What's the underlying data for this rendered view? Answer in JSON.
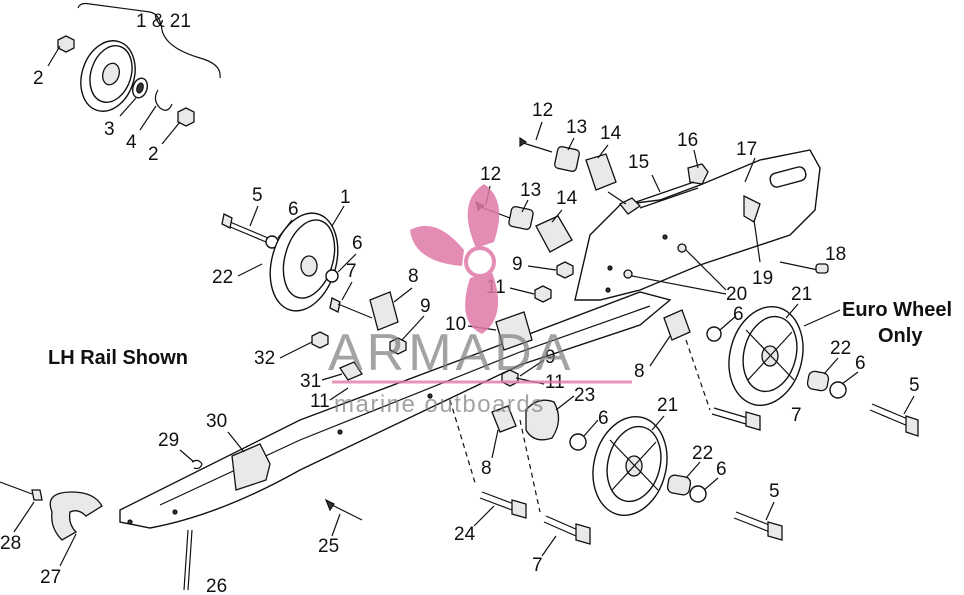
{
  "labels": {
    "rail_caption": "LH Rail Shown",
    "euro_line1": "Euro Wheel",
    "euro_line2": "Only"
  },
  "watermark": {
    "brand": "ARMADA",
    "tagline": "marine outboards",
    "color": "#e07aa8"
  },
  "callouts": {
    "c1_21": "1 & 21",
    "c2a": "2",
    "c3": "3",
    "c4": "4",
    "c2b": "2",
    "c5a": "5",
    "c6a": "6",
    "c1": "1",
    "c6b": "6",
    "c22a": "22",
    "c7a": "7",
    "c8a": "8",
    "c9a": "9",
    "c12a": "12",
    "c13a": "13",
    "c14a": "14",
    "c12b": "12",
    "c13b": "13",
    "c14b": "14",
    "c15": "15",
    "c16": "16",
    "c17": "17",
    "c9b": "9",
    "c11a": "11",
    "c20": "20",
    "c19": "19",
    "c18": "18",
    "c21a": "21",
    "c6c": "6",
    "c22b": "22",
    "c6d": "6",
    "c5b": "5",
    "c7b": "7",
    "c8b": "8",
    "c10": "10",
    "c9c": "9",
    "c11b": "11",
    "c32": "32",
    "c31": "31",
    "c11c": "11",
    "c23": "23",
    "c6e": "6",
    "c21b": "21",
    "c8c": "8",
    "c22c": "22",
    "c6f": "6",
    "c5c": "5",
    "c30": "30",
    "c29": "29",
    "c24": "24",
    "c7c": "7",
    "c25": "25",
    "c28": "28",
    "c27": "27",
    "c26": "26"
  }
}
